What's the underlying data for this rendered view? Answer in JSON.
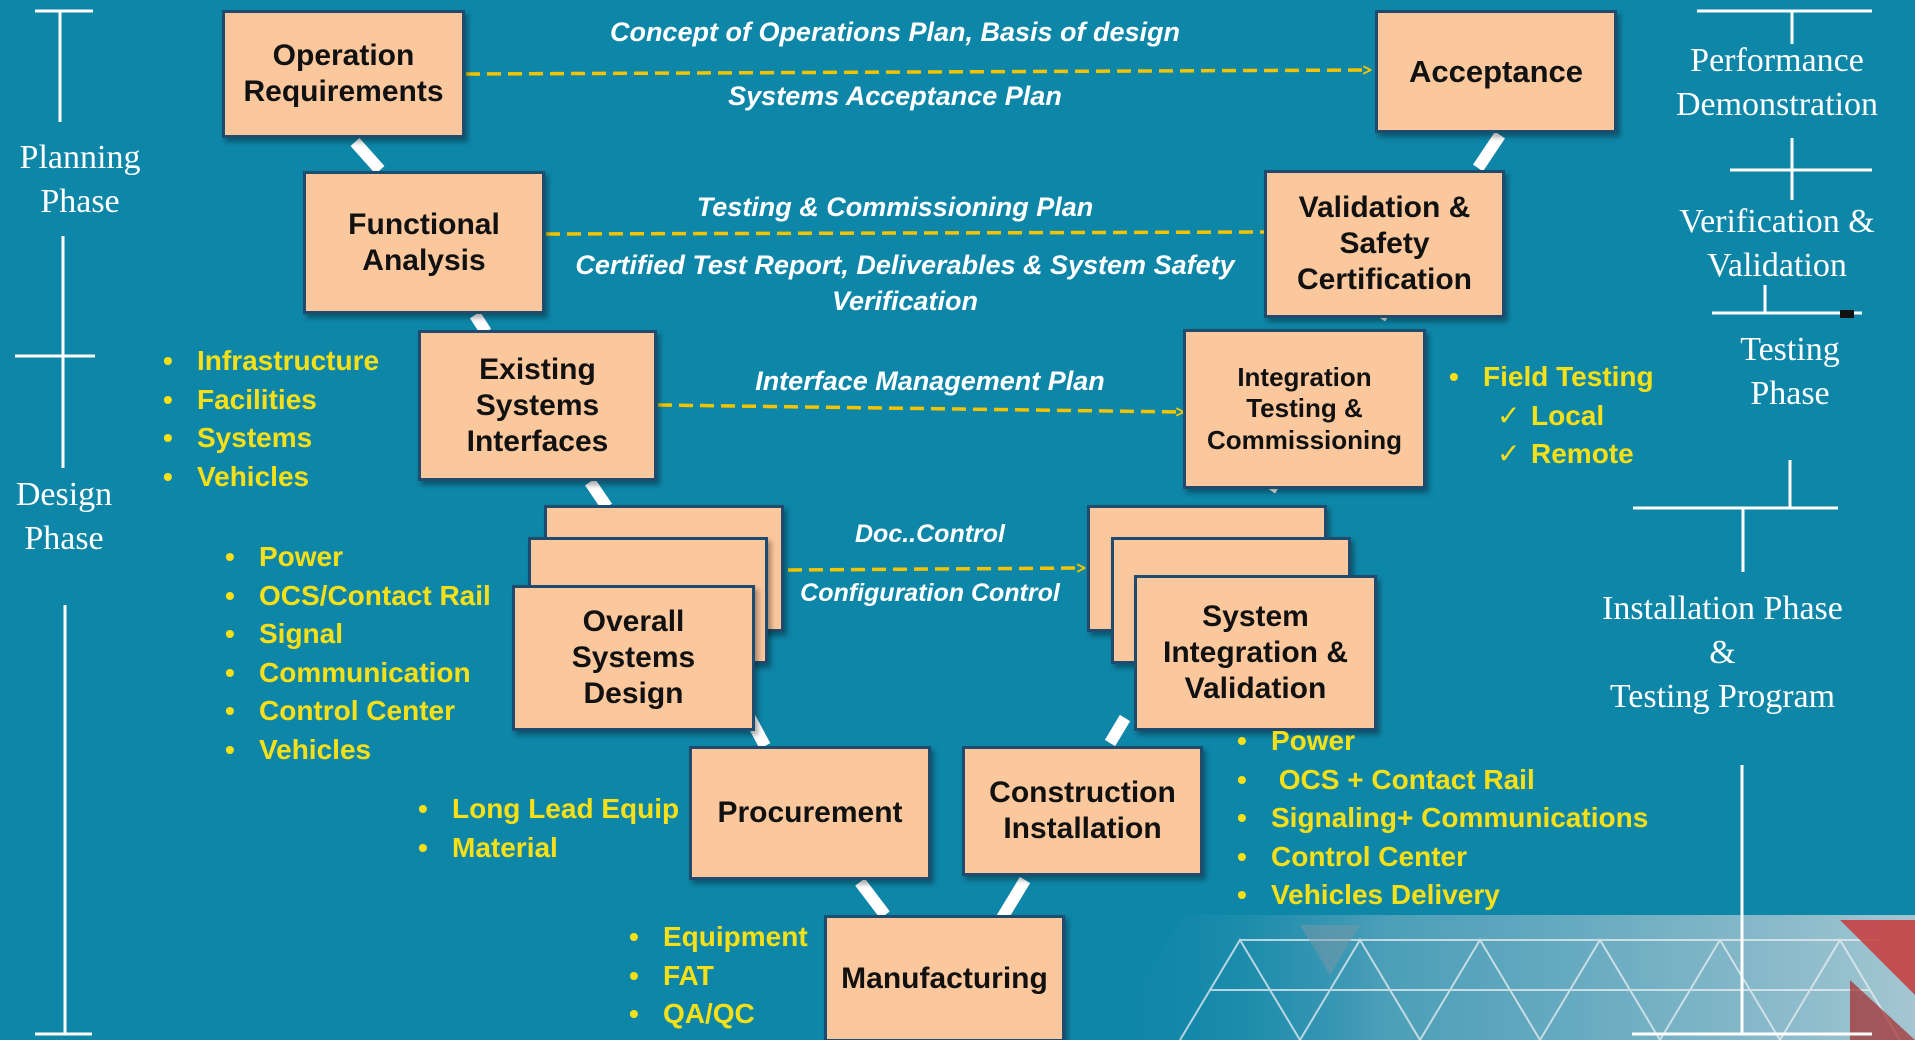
{
  "boxes": {
    "operation_requirements": "Operation\nRequirements",
    "functional_analysis": "Functional\nAnalysis",
    "existing_systems_interfaces": "Existing\nSystems\nInterfaces",
    "overall_systems_design": "Overall\nSystems\nDesign",
    "procurement": "Procurement",
    "manufacturing": "Manufacturing",
    "construction_installation": "Construction\nInstallation",
    "system_integration_validation": "System\nIntegration &\nValidation",
    "integration_testing_commissioning": "Integration\nTesting &\nCommissioning",
    "validation_safety_certification": "Validation &\nSafety\nCertification",
    "acceptance": "Acceptance"
  },
  "arrows": {
    "concept_of_operations": "Concept of Operations Plan, Basis of design",
    "systems_acceptance_plan": "Systems Acceptance Plan",
    "testing_commissioning_plan": "Testing & Commissioning Plan",
    "certified_test_report": "Certified Test Report, Deliverables & System Safety\nVerification",
    "interface_management_plan": "Interface Management Plan",
    "doc_control": "Doc..Control",
    "configuration_control": "Configuration Control"
  },
  "lists": {
    "interfaces": [
      "Infrastructure",
      "Facilities",
      "Systems",
      "Vehicles"
    ],
    "design": [
      "Power",
      "OCS/Contact Rail",
      "Signal",
      "Communication",
      "Control Center",
      "Vehicles"
    ],
    "procurement": [
      "Long Lead Equip",
      "Material"
    ],
    "manufacturing": [
      "Equipment",
      "FAT",
      "QA/QC"
    ],
    "construction": [
      "Power",
      " OCS + Contact Rail",
      "Signaling+ Communications",
      "Control Center",
      "Vehicles Delivery"
    ],
    "field_testing": "Field Testing",
    "field_testing_sub": [
      "Local",
      "Remote"
    ]
  },
  "phases": {
    "planning": "Planning\nPhase",
    "design": "Design\nPhase",
    "performance": "Performance\nDemonstration",
    "verification": "Verification &\nValidation",
    "testing": "Testing\nPhase",
    "installation": "Installation Phase\n&\nTesting Program"
  },
  "colors": {
    "background": "#0e86a8",
    "box_fill": "#fbc79c",
    "box_border": "#1f4c6e",
    "arrow": "#f5c400",
    "bullet_text": "#f7e017",
    "label_text": "#ffffff"
  },
  "icons": {
    "bullet": "•",
    "check": "✓"
  }
}
